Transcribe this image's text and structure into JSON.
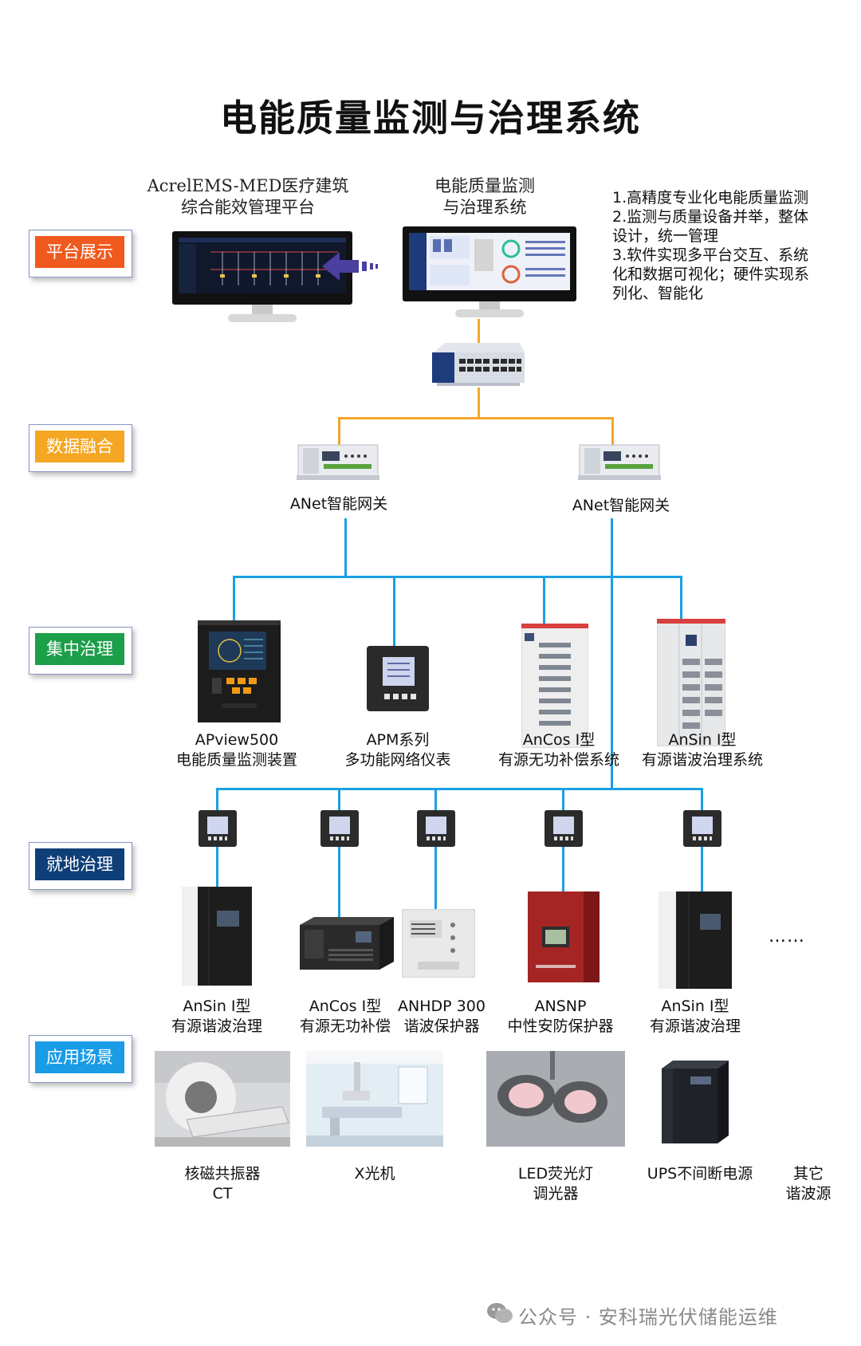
{
  "title": "电能质量监测与治理系统",
  "platform": {
    "left_caption": [
      "AcrelEMS-MED医疗建筑",
      "综合能效管理平台"
    ],
    "center_caption": [
      "电能质量监测",
      "与治理系统"
    ],
    "features": [
      "1.高精度专业化电能质量监测",
      "2.监测与质量设备并举，整体",
      "设计，统一管理",
      "3.软件实现多平台交互、系统",
      "化和数据可视化；硬件实现系",
      "列化、智能化"
    ]
  },
  "levels": [
    {
      "label": "平台展示",
      "color": "#f05a1e"
    },
    {
      "label": "数据融合",
      "color": "#f5a623"
    },
    {
      "label": "集中治理",
      "color": "#1d9e4a"
    },
    {
      "label": "就地治理",
      "color": "#0f3f78"
    },
    {
      "label": "应用场景",
      "color": "#1a9be6"
    }
  ],
  "gateways": [
    {
      "label": "ANet智能网关"
    },
    {
      "label": "ANet智能网关"
    }
  ],
  "central_devices": [
    {
      "line1": "APview500",
      "line2": "电能质量监测装置"
    },
    {
      "line1": "APM系列",
      "line2": "多功能网络仪表"
    },
    {
      "line1": "AnCos Ⅰ型",
      "line2": "有源无功补偿系统"
    },
    {
      "line1": "AnSin Ⅰ型",
      "line2": "有源谐波治理系统"
    }
  ],
  "local_devices": [
    {
      "line1": "AnSin Ⅰ型",
      "line2": "有源谐波治理"
    },
    {
      "line1": "AnCos Ⅰ型",
      "line2": "有源无功补偿"
    },
    {
      "line1": "ANHDP 300",
      "line2": "谐波保护器"
    },
    {
      "line1": "ANSNP",
      "line2": "中性安防保护器"
    },
    {
      "line1": "AnSin Ⅰ型",
      "line2": "有源谐波治理"
    }
  ],
  "more": "……",
  "scenarios": [
    {
      "line1": "核磁共振器",
      "line2": "CT"
    },
    {
      "line1": "X光机",
      "line2": ""
    },
    {
      "line1": "LED荧光灯",
      "line2": "调光器"
    },
    {
      "line1": "UPS不间断电源",
      "line2": ""
    },
    {
      "line1": "其它",
      "line2": "谐波源"
    }
  ],
  "watermark": "公众号 · 安科瑞光伏储能运维",
  "colors": {
    "network_line": "#1aa0e2",
    "switch_line": "#f3a52a",
    "arrow": "#4b3fa0"
  }
}
